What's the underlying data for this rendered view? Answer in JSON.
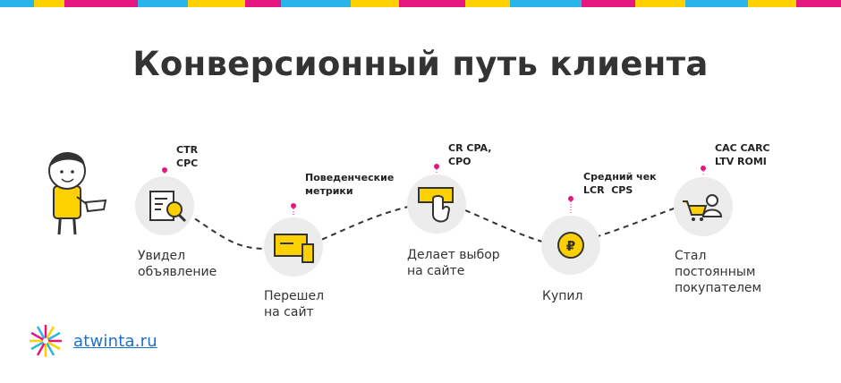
{
  "title": "Конверсионный путь клиента",
  "steps": [
    {
      "label": "Увидел\nобъявление",
      "metrics": "CTR\nCPC",
      "icon": "document-search-icon"
    },
    {
      "label": "Перешел\nна сайт",
      "metrics": "Поведенческие\nметрики",
      "icon": "browser-devices-icon"
    },
    {
      "label": "Делает выбор\nна сайте",
      "metrics": "CR CPA,\nCPO",
      "icon": "pointer-click-icon"
    },
    {
      "label": "Купил",
      "metrics": "Средний чек\nLCR  CPS",
      "icon": "ruble-coin-icon"
    },
    {
      "label": "Стал\nпостоянным\nпокупателем",
      "metrics": "CAC CARC\nLTV ROMI",
      "icon": "cart-user-icon"
    }
  ],
  "logo": {
    "text": "atwinta.ru"
  },
  "colors": {
    "accent_pink": "#e5167f",
    "accent_yellow": "#fdd000",
    "accent_blue": "#29b5e8",
    "circle": "#ececec",
    "line": "#333333"
  }
}
